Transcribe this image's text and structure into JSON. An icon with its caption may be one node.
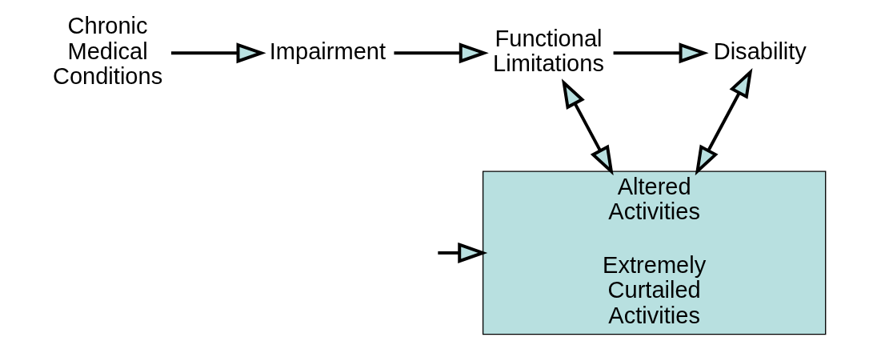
{
  "diagram": {
    "nodes": [
      {
        "text": [
          "Chronic Medical Conditions"
        ]
      },
      {
        "text": [
          "Impairment"
        ]
      },
      {
        "text": [
          "Functional Limitations"
        ]
      },
      {
        "text": [
          "Disability"
        ]
      },
      {
        "text": [
          "Altered Activities",
          "Extremely Curtailed Activities"
        ]
      }
    ],
    "edges": [
      {
        "from": 0,
        "to": 1,
        "arrow": "to"
      },
      {
        "from": 1,
        "to": 2,
        "arrow": "to"
      },
      {
        "from": 2,
        "to": 3,
        "arrow": "to"
      },
      {
        "from": 2,
        "to": 4,
        "arrow": "both"
      },
      {
        "from": 3,
        "to": 4,
        "arrow": "both"
      },
      {
        "from": null,
        "to": 4,
        "arrow": "to"
      }
    ]
  }
}
